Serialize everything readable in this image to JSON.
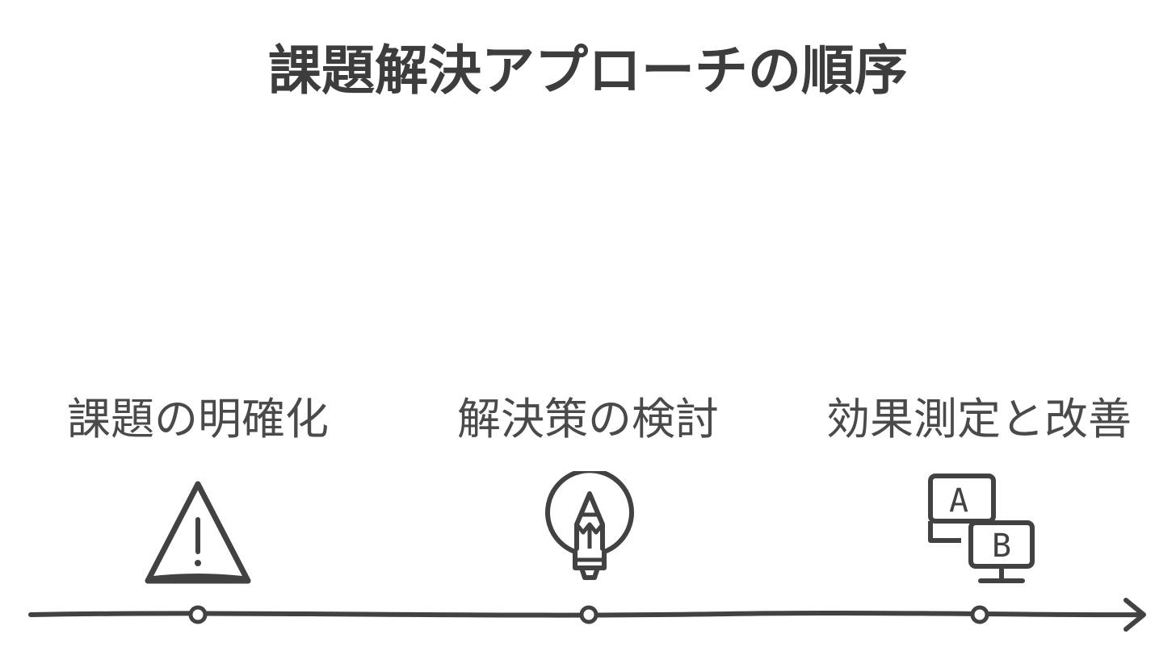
{
  "title": "課題解決アプローチの順序",
  "steps": [
    {
      "label": "課題の明確化",
      "icon": "warning-triangle-icon"
    },
    {
      "label": "解決策の検討",
      "icon": "lightbulb-pencil-icon"
    },
    {
      "label": "効果測定と改善",
      "icon": "ab-test-icon"
    }
  ],
  "icon_text": {
    "a": "A",
    "b": "B"
  },
  "colors": {
    "stroke": "#424242",
    "background": "#ffffff"
  }
}
